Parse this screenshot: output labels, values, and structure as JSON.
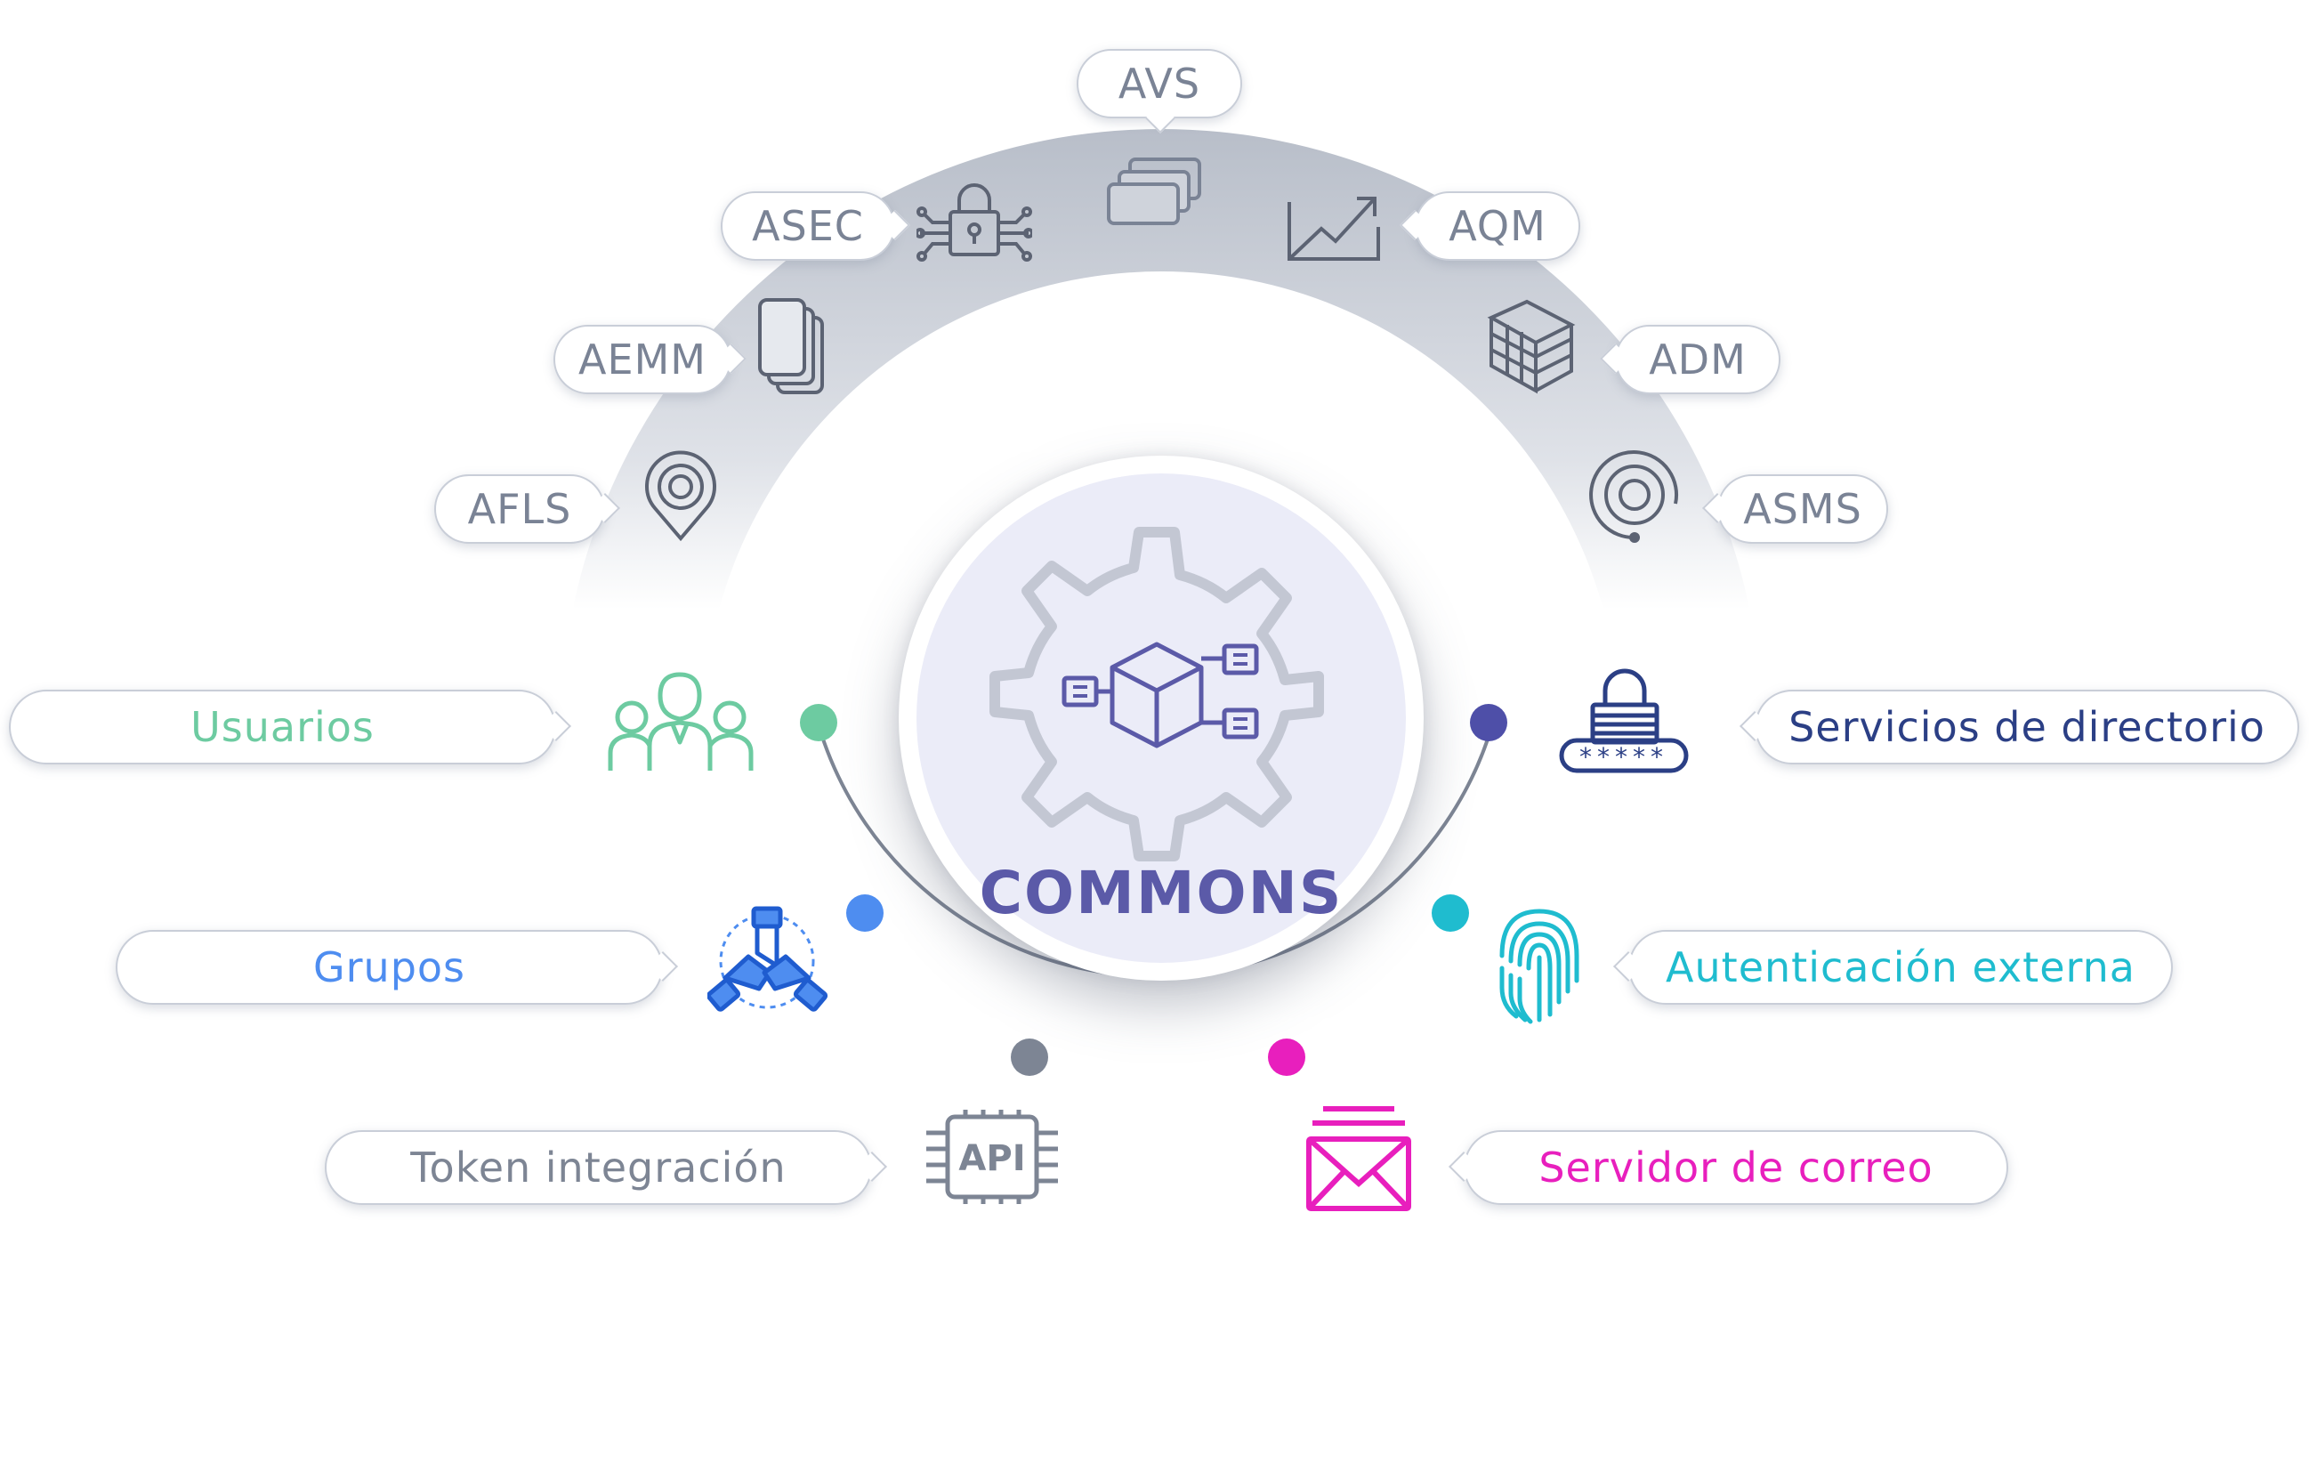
{
  "center": {
    "title": "COMMONS",
    "accent": "#5b5aa8"
  },
  "top_modules": [
    {
      "label": "AVS",
      "icon": "stacked-windows-icon"
    },
    {
      "label": "ASEC",
      "icon": "padlock-circuit-icon"
    },
    {
      "label": "AQM",
      "icon": "trend-chart-icon"
    },
    {
      "label": "AEMM",
      "icon": "mobile-devices-icon"
    },
    {
      "label": "ADM",
      "icon": "layered-blocks-icon"
    },
    {
      "label": "AFLS",
      "icon": "location-pin-icon"
    },
    {
      "label": "ASMS",
      "icon": "target-dial-icon"
    }
  ],
  "services": [
    {
      "label": "Usuarios",
      "icon": "users-group-icon",
      "color": "#6dcba1"
    },
    {
      "label": "Grupos",
      "icon": "hands-together-icon",
      "color": "#4e8df0"
    },
    {
      "label": "Token integración",
      "icon": "api-chip-icon",
      "color": "#7d8594"
    },
    {
      "label": "Servicios de directorio",
      "icon": "password-lock-icon",
      "color": "#2b3f85",
      "mask": "*****"
    },
    {
      "label": "Autenticación externa",
      "icon": "fingerprint-icon",
      "color": "#1fbccf"
    },
    {
      "label": "Servidor de correo",
      "icon": "mail-envelope-icon",
      "color": "#e81fbd"
    }
  ],
  "colors": {
    "arc": "#c3c8d1",
    "bubble_border": "#c9ced8",
    "neutral_text": "#7a8395"
  }
}
